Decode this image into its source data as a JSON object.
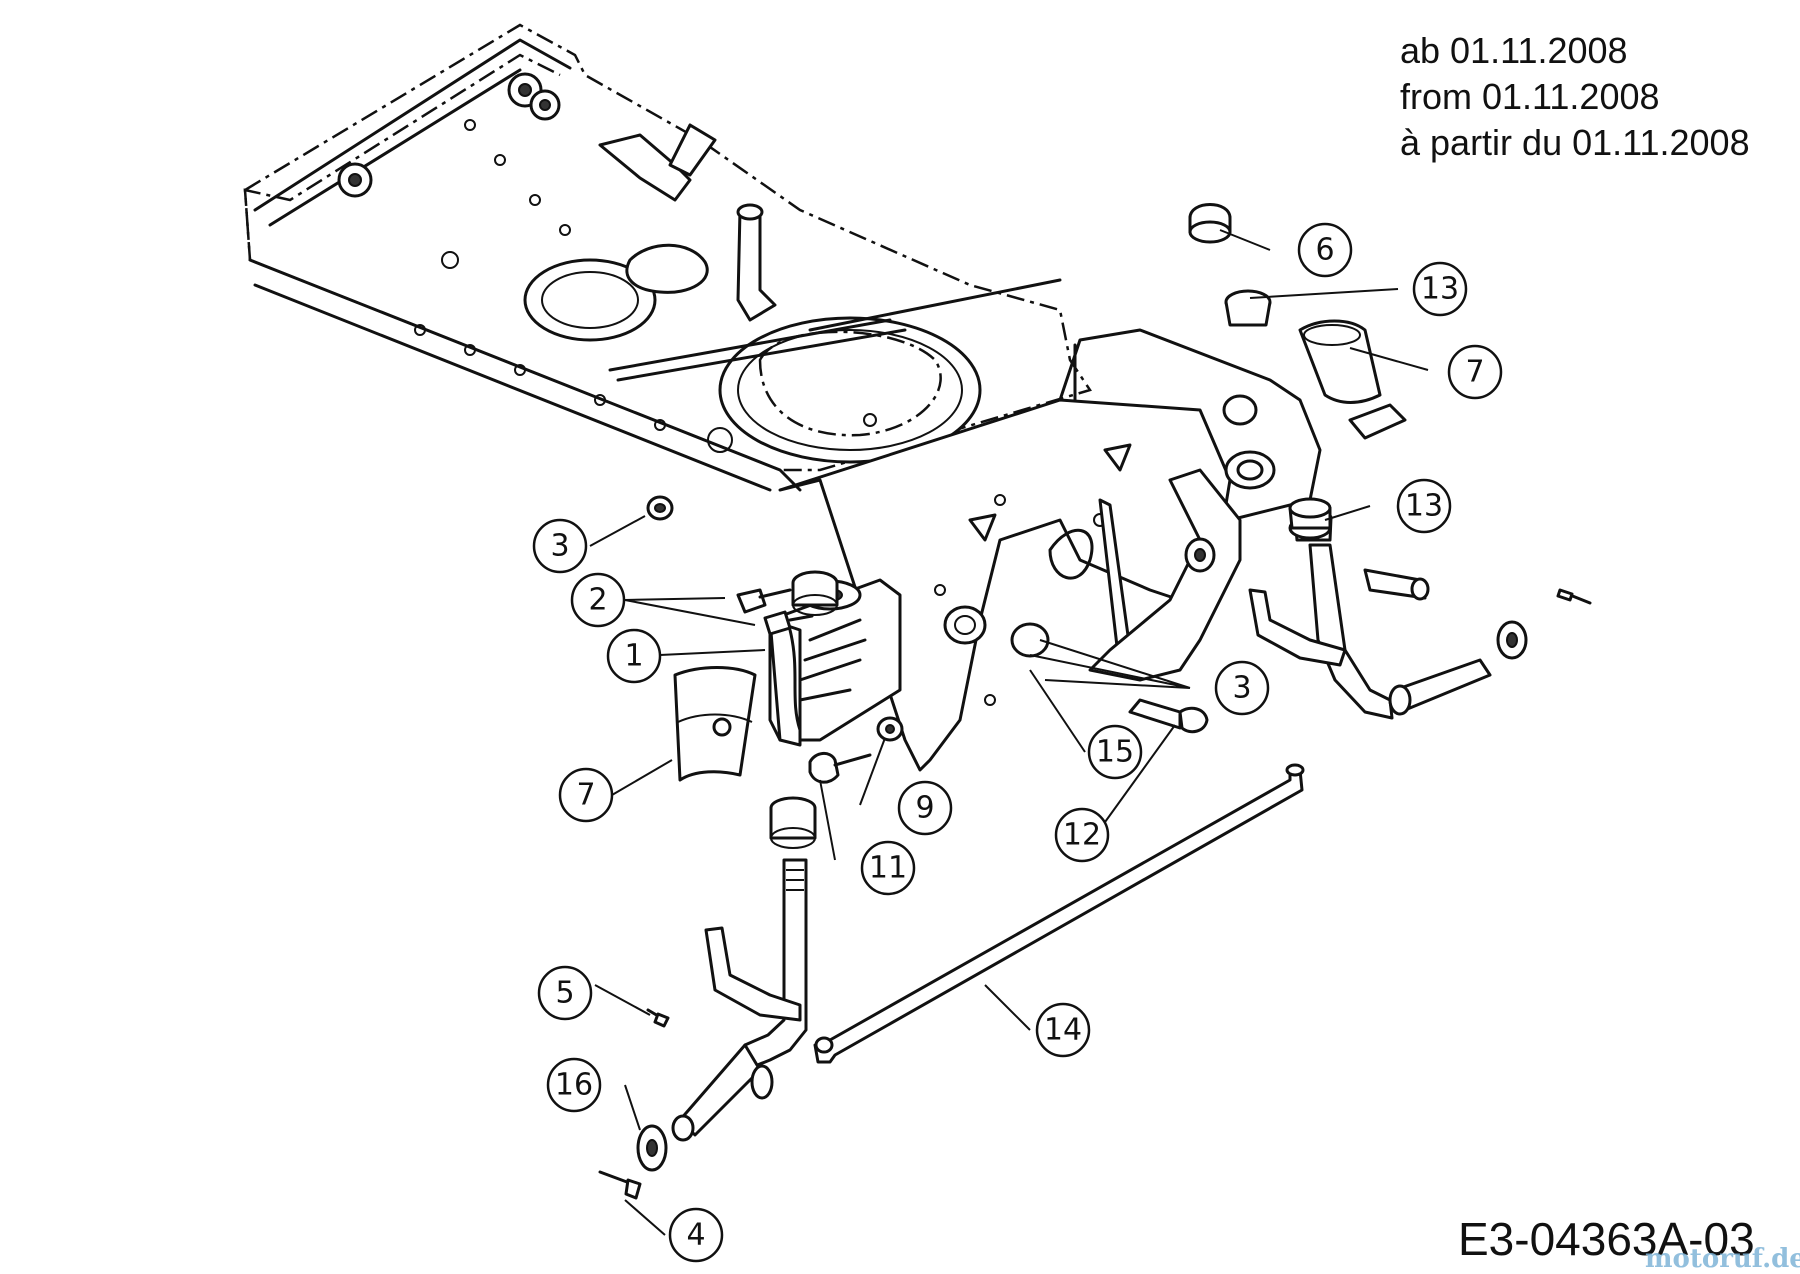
{
  "header": {
    "date_de": "ab 01.11.2008",
    "date_en": "from 01.11.2008",
    "date_fr": "à partir du 01.11.2008"
  },
  "diagram_code": "E3-04363A-03",
  "watermark": "motoruf.de",
  "callouts": [
    "1",
    "2",
    "3",
    "3",
    "4",
    "5",
    "6",
    "7",
    "7",
    "9",
    "11",
    "12",
    "13",
    "13",
    "14",
    "15",
    "16"
  ]
}
